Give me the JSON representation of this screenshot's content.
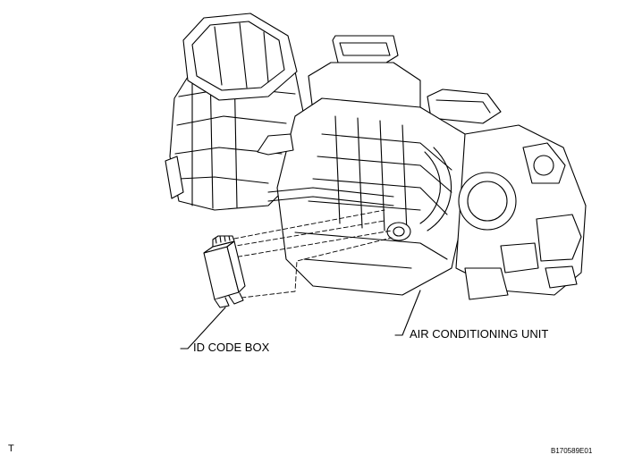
{
  "labels": {
    "id_code_box": "ID CODE BOX",
    "air_conditioning_unit": "AIR CONDITIONING UNIT",
    "corner_letter": "T",
    "figure_code": "B170589E01"
  }
}
